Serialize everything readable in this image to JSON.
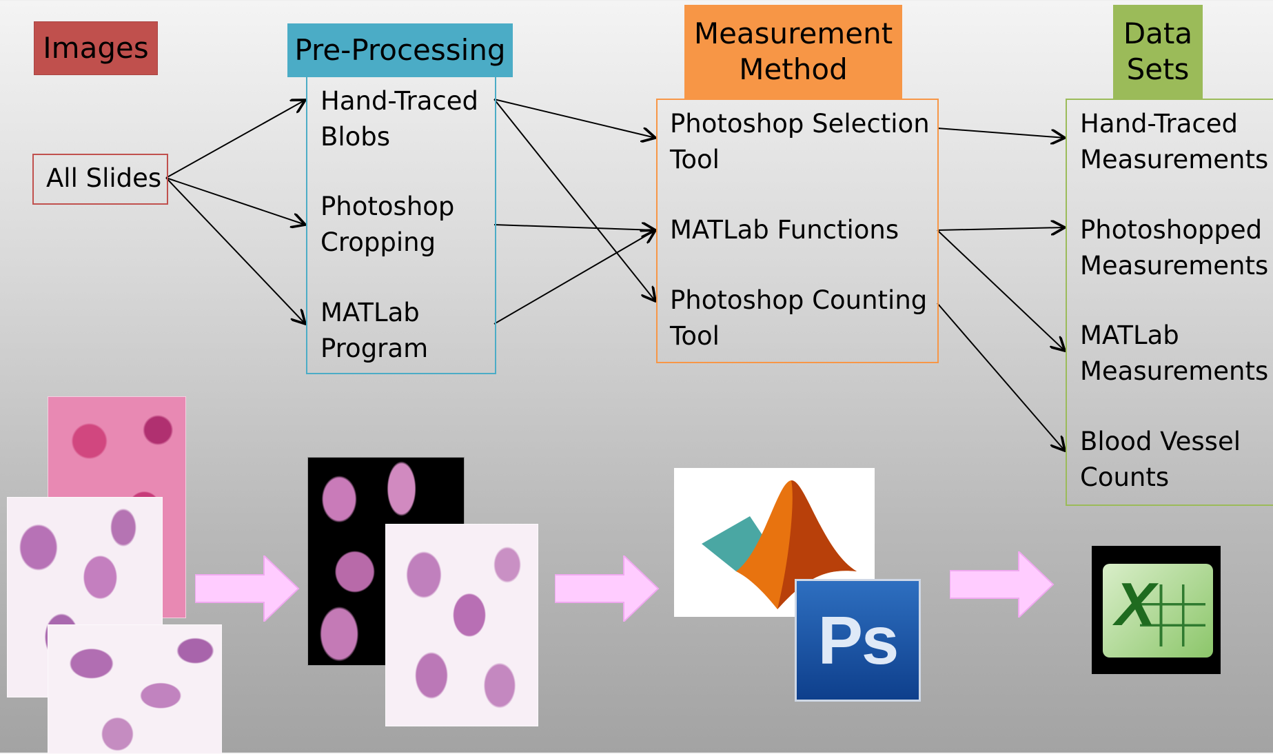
{
  "headers": {
    "images": "Images",
    "preprocessing": "Pre-Processing",
    "measurement_line1": "Measurement",
    "measurement_line2": "Method",
    "datasets_line1": "Data",
    "datasets_line2": "Sets"
  },
  "nodes": {
    "all_slides": "All Slides",
    "pre_1a": "Hand-Traced",
    "pre_1b": "Blobs",
    "pre_2a": "Photoshop",
    "pre_2b": "Cropping",
    "pre_3a": "MATLab",
    "pre_3b": "Program",
    "meas_1a": "Photoshop Selection",
    "meas_1b": "Tool",
    "meas_2": "MATLab Functions",
    "meas_3a": "Photoshop Counting",
    "meas_3b": "Tool",
    "ds_1a": "Hand-Traced",
    "ds_1b": "Measurements",
    "ds_2a": "Photoshopped",
    "ds_2b": "Measurements",
    "ds_3a": "MATLab",
    "ds_3b": "Measurements",
    "ds_4a": "Blood Vessel",
    "ds_4b": "Counts"
  },
  "logos": {
    "photoshop": "Ps",
    "excel": "X"
  },
  "colors": {
    "images": "#c0504d",
    "preprocessing": "#4bacc6",
    "measurement": "#f79646",
    "datasets": "#9bbb59",
    "process_arrow": "#ffccff"
  }
}
